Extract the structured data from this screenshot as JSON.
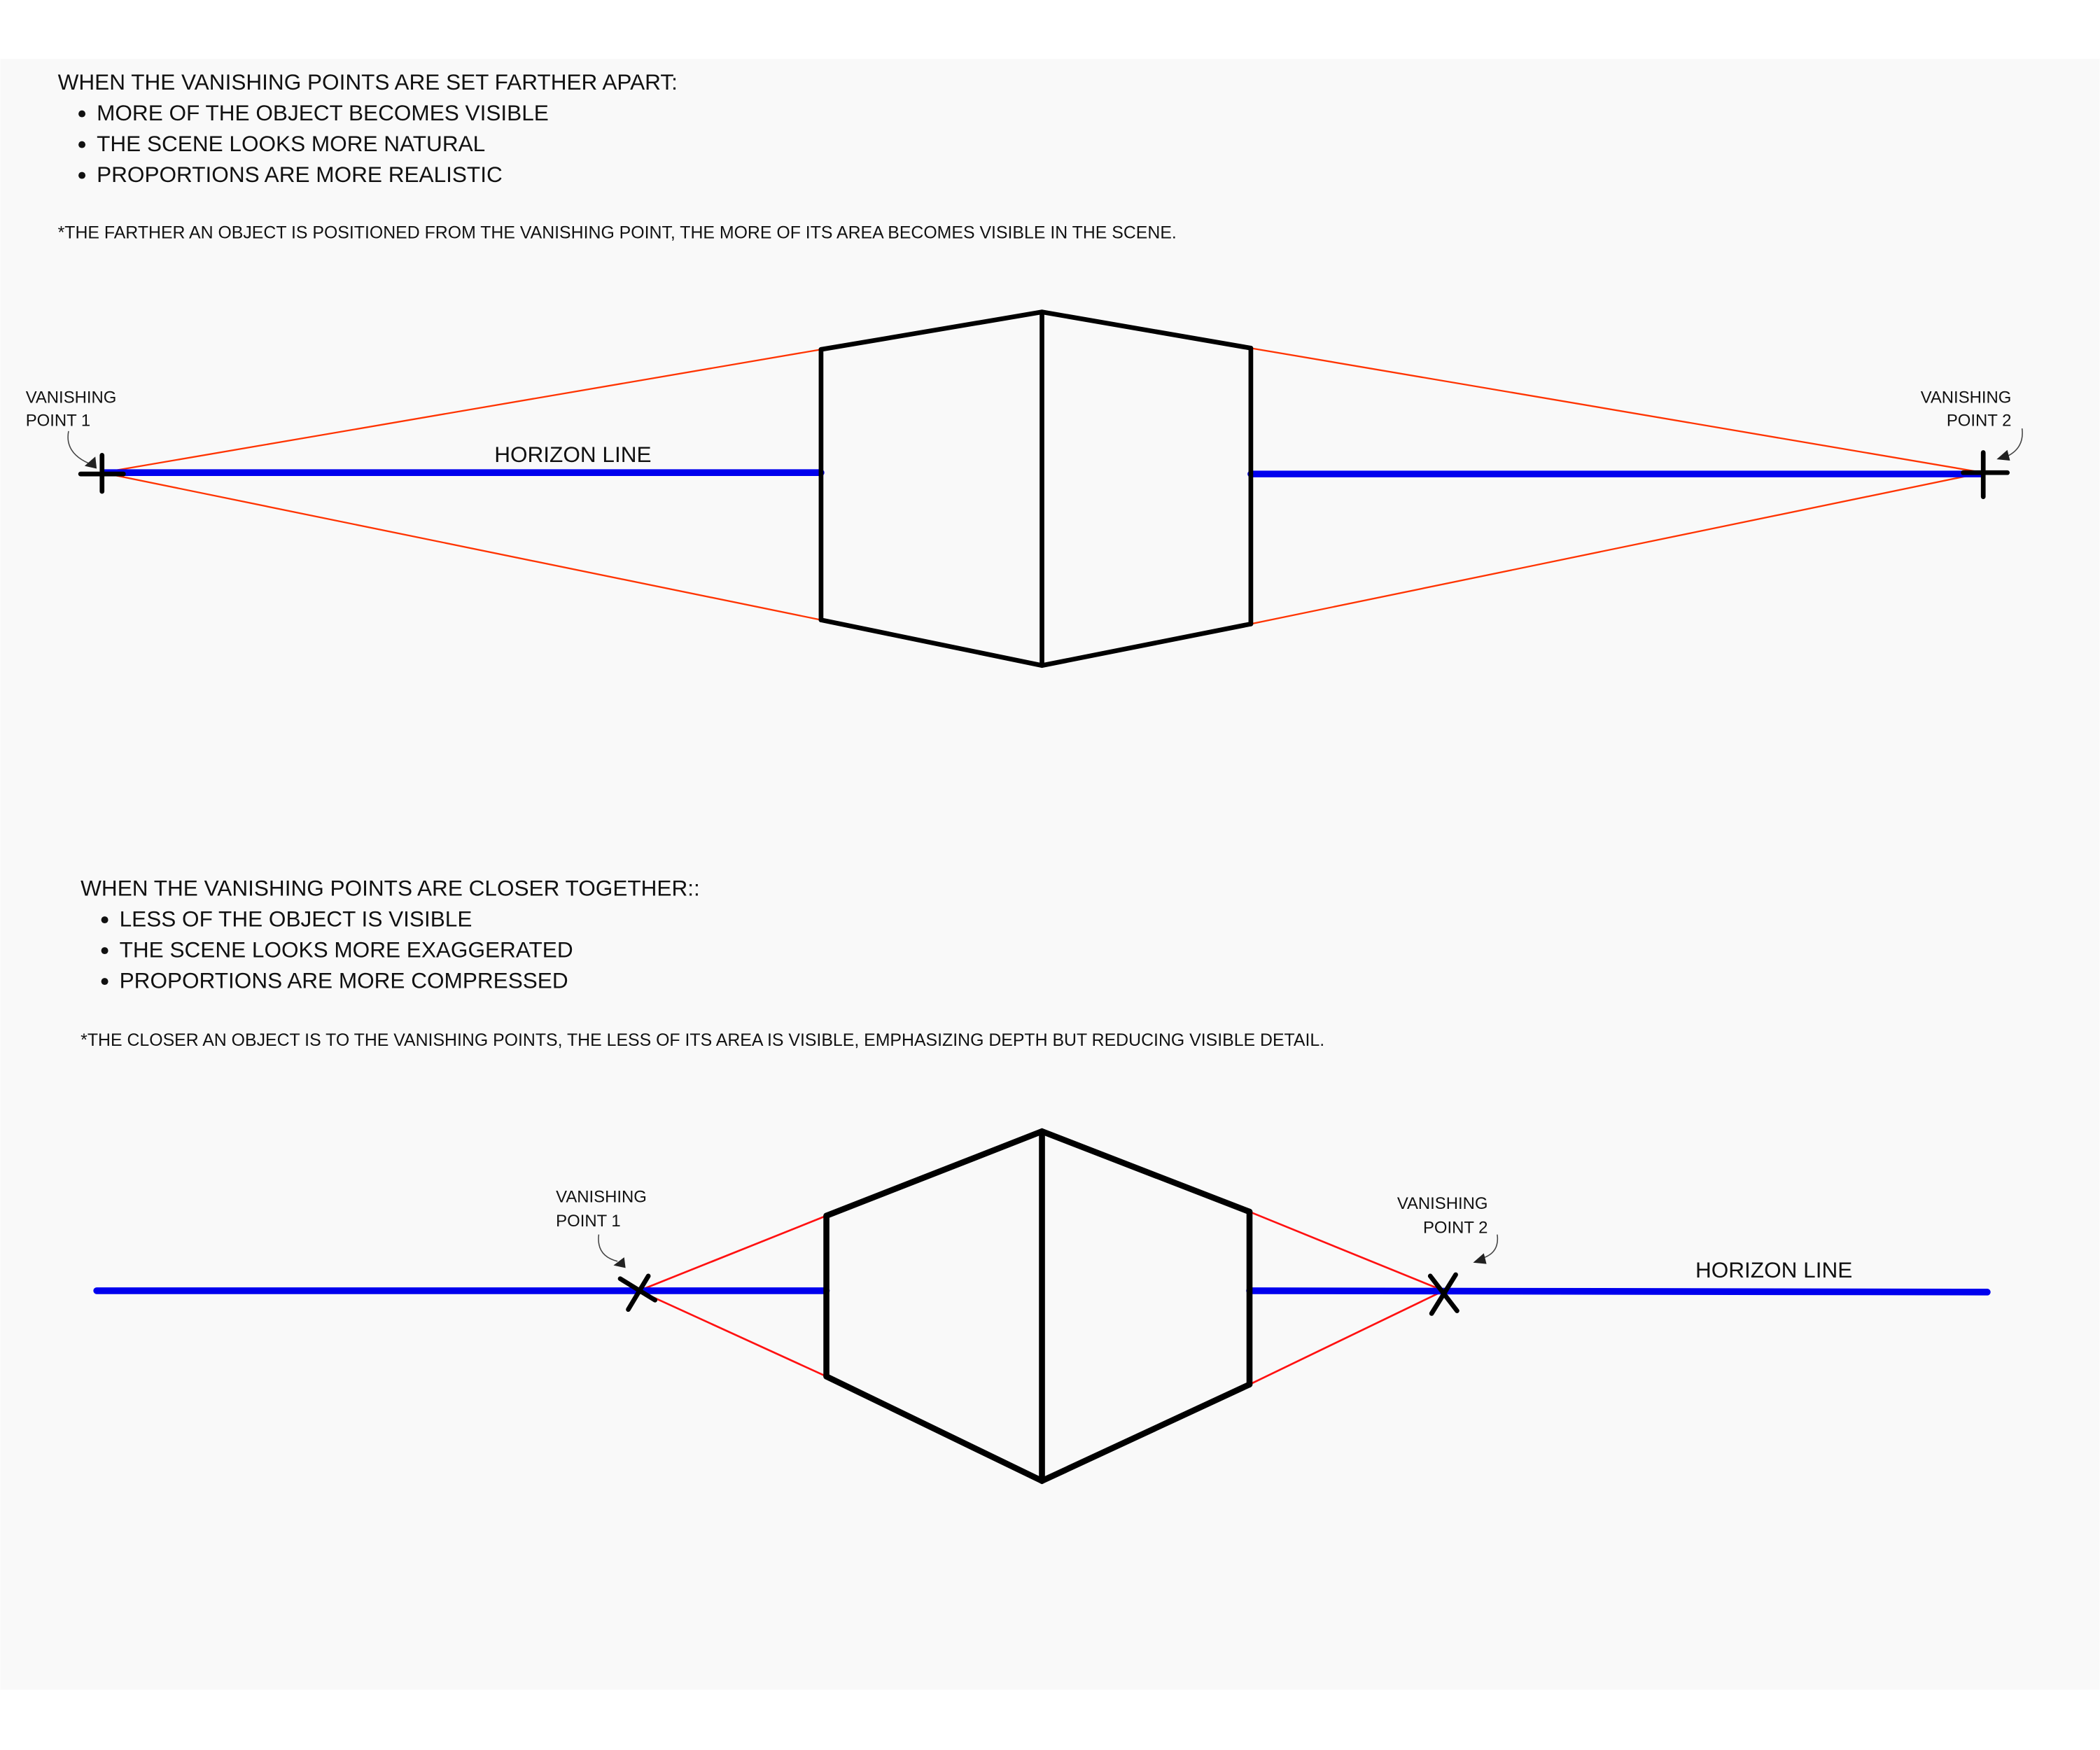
{
  "top": {
    "heading": "WHEN THE VANISHING POINTS ARE SET FARTHER APART:",
    "bullets": [
      "MORE OF THE OBJECT BECOMES VISIBLE",
      "THE SCENE LOOKS MORE NATURAL",
      "PROPORTIONS ARE MORE REALISTIC"
    ],
    "note": "*THE FARTHER AN OBJECT IS POSITIONED FROM THE VANISHING POINT, THE MORE OF ITS AREA BECOMES VISIBLE IN THE SCENE.",
    "vp1": [
      "VANISHING",
      "POINT 1"
    ],
    "vp2": [
      "VANISHING",
      "POINT 2"
    ],
    "horizon": "HORIZON LINE"
  },
  "bottom": {
    "heading": "WHEN THE VANISHING POINTS ARE CLOSER TOGETHER::",
    "bullets": [
      "LESS OF THE OBJECT IS VISIBLE",
      "THE SCENE LOOKS MORE EXAGGERATED",
      "PROPORTIONS ARE MORE COMPRESSED"
    ],
    "note": "*THE CLOSER AN OBJECT IS TO THE VANISHING POINTS, THE LESS OF ITS AREA IS VISIBLE, EMPHASIZING DEPTH BUT REDUCING VISIBLE DETAIL.",
    "vp1": [
      "VANISHING",
      "POINT 1"
    ],
    "vp2": [
      "VANISHING",
      "POINT 2"
    ],
    "horizon": "HORIZON LINE"
  },
  "colors": {
    "horizon": "#0000ee",
    "construction": "#ff3300",
    "edges": "#000000",
    "panel": "#f9f9f9"
  }
}
